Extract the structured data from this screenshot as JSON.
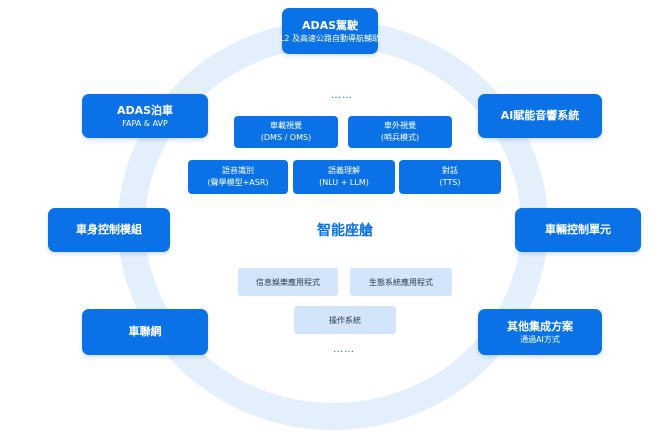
{
  "center": {
    "title": "智能座艙",
    "dots_top": "……",
    "dots_bottom": "……"
  },
  "outer_nodes": {
    "top": {
      "title": "ADAS駕駛",
      "subtitle": "L2 及高速公路自動導航輔助"
    },
    "top_left": {
      "title": "ADAS泊車",
      "subtitle": "FAPA & AVP"
    },
    "top_right": {
      "title": "AI賦能音響系統"
    },
    "mid_left": {
      "title": "車身控制模組"
    },
    "mid_right": {
      "title": "車輛控制單元"
    },
    "bottom_left": {
      "title": "車聯網"
    },
    "bottom_right": {
      "title": "其他集成方案",
      "subtitle": "通過AI方式"
    }
  },
  "inner_blue": [
    {
      "line1": "車載視覺",
      "line2": "(DMS / OMS)"
    },
    {
      "line1": "車外視覺",
      "line2": "(哨兵模式)"
    },
    {
      "line1": "語音識別",
      "line2": "(聲學模型+ASR)"
    },
    {
      "line1": "語義理解",
      "line2": "(NLU + LLM)"
    },
    {
      "line1": "對話",
      "line2": "(TTS)"
    }
  ],
  "inner_light": [
    {
      "label": "信息娛樂應用程式"
    },
    {
      "label": "生態系統應用程式"
    },
    {
      "label": "操作系統"
    }
  ],
  "colors": {
    "primary": "#0a72e6",
    "ring": "#e4effc",
    "light_box": "#d3e5fa",
    "text_dark": "#2d3a4a"
  }
}
